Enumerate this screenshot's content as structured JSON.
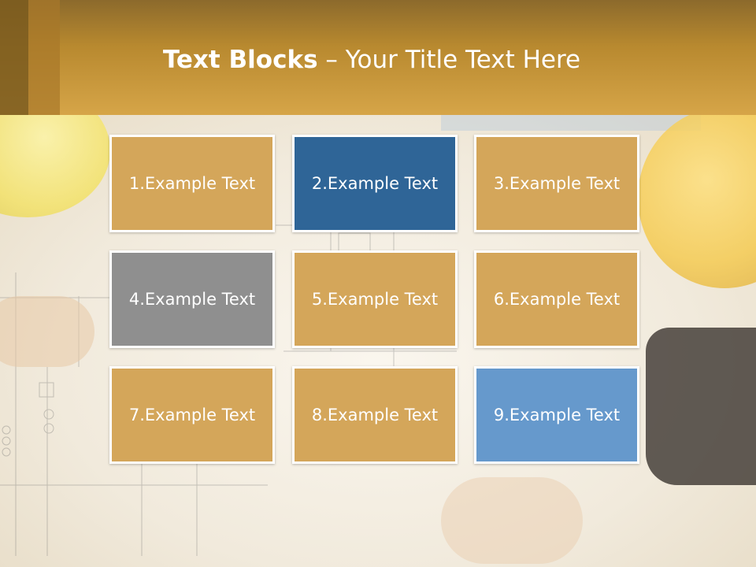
{
  "slide": {
    "title_bold": "Text Blocks",
    "title_separator": " – ",
    "title_rest": "Your Title Text Here"
  },
  "colors": {
    "gold": "#d4a65a",
    "dark_blue": "#2f6597",
    "gray": "#8f8f8f",
    "light_blue": "#6699cc",
    "header_gold": "#c99840"
  },
  "blocks": [
    {
      "label": "1.Example Text",
      "color": "#d4a65a"
    },
    {
      "label": "2.Example Text",
      "color": "#2f6597"
    },
    {
      "label": "3.Example Text",
      "color": "#d4a65a"
    },
    {
      "label": "4.Example Text",
      "color": "#8f8f8f"
    },
    {
      "label": "5.Example Text",
      "color": "#d4a65a"
    },
    {
      "label": "6.Example Text",
      "color": "#d4a65a"
    },
    {
      "label": "7.Example Text",
      "color": "#d4a65a"
    },
    {
      "label": "8.Example Text",
      "color": "#d4a65a"
    },
    {
      "label": "9.Example Text",
      "color": "#6699cc"
    }
  ]
}
